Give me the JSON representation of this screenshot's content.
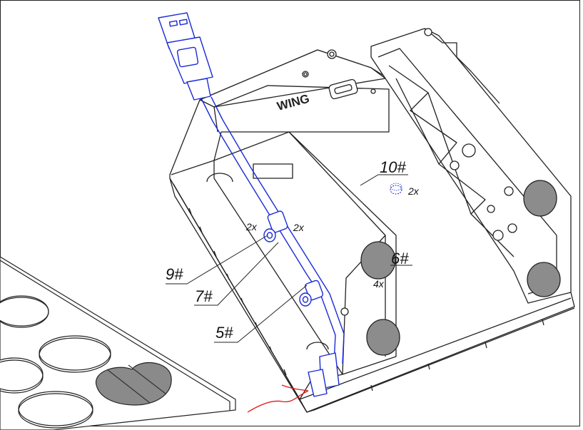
{
  "brand_text": "WING",
  "colors": {
    "line": "#222222",
    "cable": "#1a2bd6",
    "red_arrow": "#e01818",
    "magnet_fill": "#8c8c8c",
    "pad_fill": "#8a8a8a"
  },
  "labels": {
    "part10": "10#",
    "part10_qty": "2x",
    "part6": "6#",
    "part6_qty": "4x",
    "part9": "9#",
    "part7": "7#",
    "part5": "5#",
    "qty_left": "2x",
    "qty_right": "2x"
  }
}
